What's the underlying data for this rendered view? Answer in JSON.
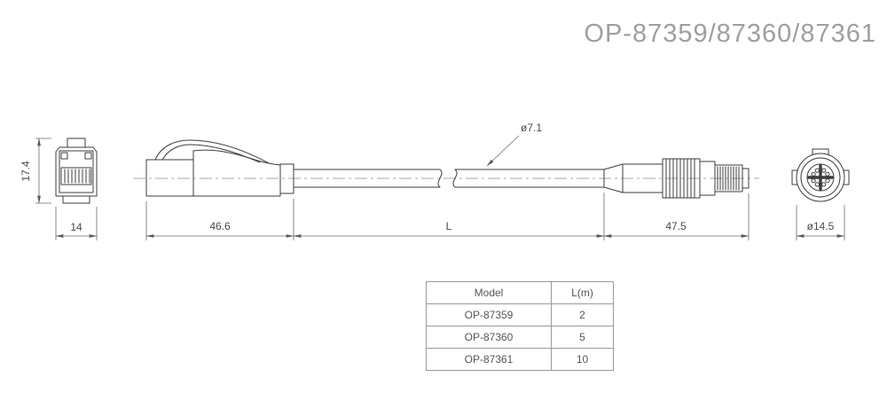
{
  "title": "OP-87359/87360/87361",
  "drawing": {
    "left_view": {
      "height_dim": "17.4",
      "width_dim": "14"
    },
    "side_view": {
      "connector_a_dim": "46.6",
      "cable_dim": "L",
      "connector_b_dim": "47.5",
      "cable_diameter": "ø7.1"
    },
    "right_view": {
      "diameter_dim": "ø14.5"
    }
  },
  "table": {
    "headers": {
      "model": "Model",
      "length": "L(m)"
    },
    "rows": [
      {
        "model": "OP-87359",
        "length": "2"
      },
      {
        "model": "OP-87360",
        "length": "5"
      },
      {
        "model": "OP-87361",
        "length": "10"
      }
    ]
  }
}
